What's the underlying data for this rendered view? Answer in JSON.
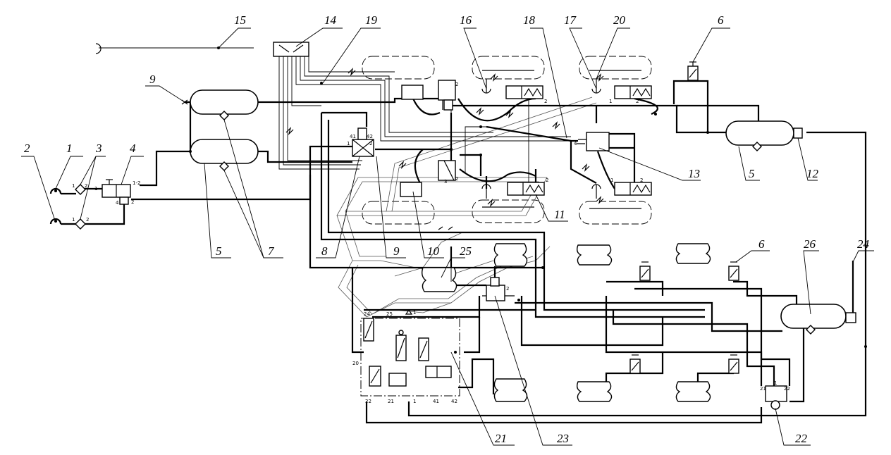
{
  "diagram": {
    "labels": {
      "n1": "1",
      "n2": "2",
      "n3": "3",
      "n4": "4",
      "n5a": "5",
      "n5b": "5",
      "n6a": "6",
      "n6b": "6",
      "n7": "7",
      "n8": "8",
      "n9a": "9",
      "n9b": "9",
      "n10": "10",
      "n11": "11",
      "n12": "12",
      "n13": "13",
      "n14": "14",
      "n15": "15",
      "n16": "16",
      "n17": "17",
      "n18": "18",
      "n19": "19",
      "n20": "20",
      "n21": "21",
      "n22": "22",
      "n23": "23",
      "n24": "24",
      "n25": "25",
      "n26": "26"
    },
    "ports": {
      "p1": "1",
      "p2": "2",
      "p1_2": "1-2",
      "p4": "4",
      "p41": "41",
      "p42": "42",
      "p3": "3",
      "p20": "20",
      "p22": "22",
      "p21": "21",
      "p24": "24",
      "p25": "25"
    }
  }
}
